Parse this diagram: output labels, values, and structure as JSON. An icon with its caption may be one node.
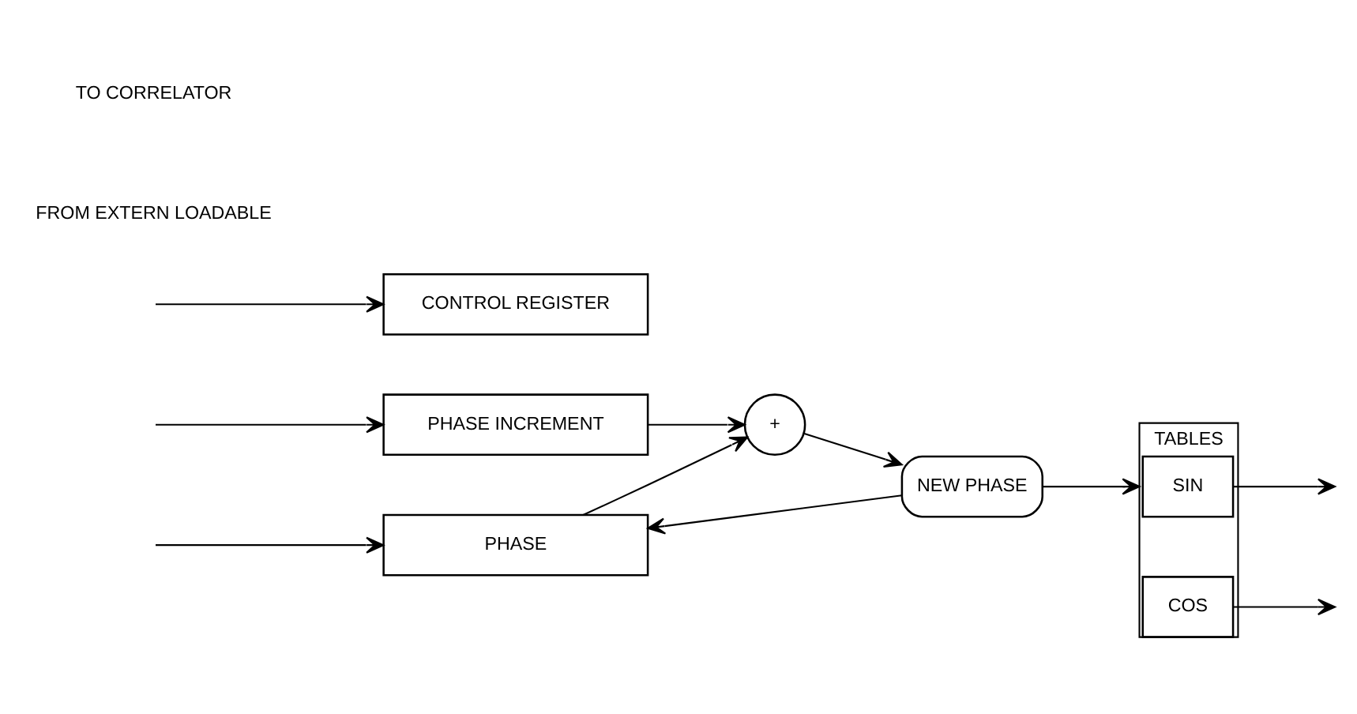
{
  "diagram": {
    "nodes": [
      {
        "text": [
          "PHASE"
        ]
      },
      {
        "text": [
          "+"
        ]
      },
      {
        "text": [
          "NEW PHASE"
        ]
      },
      {
        "text": [
          "TABLES"
        ]
      },
      {
        "text": [
          "SIN"
        ],
        "in": 3
      },
      {
        "text": [
          "COS"
        ],
        "in": 3
      },
      {
        "text": [
          "PHASE INCREMENT"
        ]
      },
      {
        "text": [
          "CONTROL REGISTER"
        ]
      }
    ],
    "edges": [
      {
        "from": null,
        "to": 0,
        "arrow": "to"
      },
      {
        "from": null,
        "to": 6,
        "arrow": "to"
      },
      {
        "from": null,
        "to": 7,
        "arrow": "to"
      },
      {
        "from": 0,
        "to": 1,
        "arrow": "to"
      },
      {
        "from": 6,
        "to": 1,
        "arrow": "to"
      },
      {
        "from": 1,
        "to": 2,
        "arrow": "to"
      },
      {
        "from": 2,
        "to": 0,
        "arrow": "to"
      },
      {
        "from": 2,
        "to": 3,
        "arrow": "to"
      },
      {
        "from": 4,
        "to": null,
        "arrow": "to"
      },
      {
        "from": 5,
        "to": null,
        "arrow": "to"
      }
    ],
    "labels": [
      "FROM EXTERN LOADABLE",
      "TO CORRELATOR"
    ]
  }
}
